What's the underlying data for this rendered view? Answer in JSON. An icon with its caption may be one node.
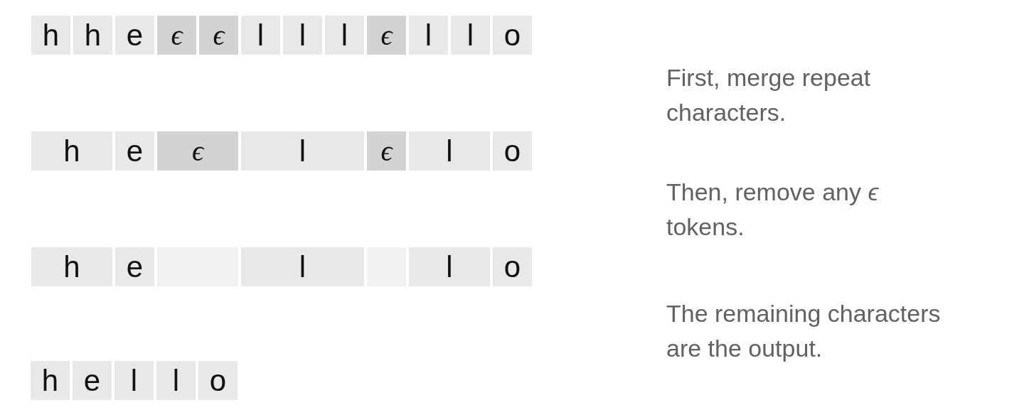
{
  "diagram": {
    "nodes": [
      {
        "text": [
          "h"
        ]
      },
      {
        "text": [
          "h"
        ]
      },
      {
        "text": [
          "e"
        ]
      },
      {
        "text": [
          "ϵ"
        ]
      },
      {
        "text": [
          "ϵ"
        ]
      },
      {
        "text": [
          "l"
        ]
      },
      {
        "text": [
          "l"
        ]
      },
      {
        "text": [
          "l"
        ]
      },
      {
        "text": [
          "ϵ"
        ]
      },
      {
        "text": [
          "l"
        ]
      },
      {
        "text": [
          "l"
        ]
      },
      {
        "text": [
          "o"
        ]
      },
      {
        "text": [
          "h"
        ]
      },
      {
        "text": [
          "e"
        ]
      },
      {
        "text": [
          "ϵ"
        ]
      },
      {
        "text": [
          "l"
        ]
      },
      {
        "text": [
          "ϵ"
        ]
      },
      {
        "text": [
          "l"
        ]
      },
      {
        "text": [
          "o"
        ]
      },
      {
        "text": [
          "h"
        ]
      },
      {
        "text": [
          "e"
        ]
      },
      {
        "text": [],
        "shape": "box"
      },
      {
        "text": [
          "l"
        ]
      },
      {
        "text": [],
        "shape": "box"
      },
      {
        "text": [
          "l"
        ]
      },
      {
        "text": [
          "o"
        ]
      },
      {
        "text": [
          "h"
        ]
      },
      {
        "text": [
          "e"
        ]
      },
      {
        "text": [
          "l"
        ]
      },
      {
        "text": [
          "l"
        ]
      },
      {
        "text": [
          "o"
        ]
      }
    ],
    "labels": [
      "First, merge repeat characters.",
      "Then, remove any *ϵ* tokens.",
      "The remaining characters are the output."
    ]
  }
}
